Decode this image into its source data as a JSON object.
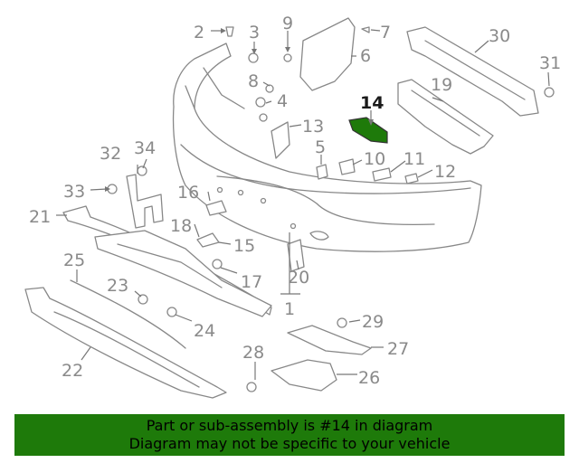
{
  "diagram": {
    "labels": [
      "1",
      "2",
      "3",
      "4",
      "5",
      "6",
      "7",
      "8",
      "9",
      "10",
      "11",
      "12",
      "13",
      "14",
      "15",
      "16",
      "17",
      "18",
      "19",
      "20",
      "21",
      "22",
      "23",
      "24",
      "25",
      "26",
      "27",
      "28",
      "29",
      "30",
      "31",
      "32",
      "33",
      "34"
    ],
    "highlighted_part": "14",
    "highlight_color": "#1e7a0a"
  },
  "banner": {
    "line1": "Part or sub-assembly is #14 in diagram",
    "line2": "Diagram may not be specific to your vehicle",
    "background": "#1e7a0a"
  }
}
